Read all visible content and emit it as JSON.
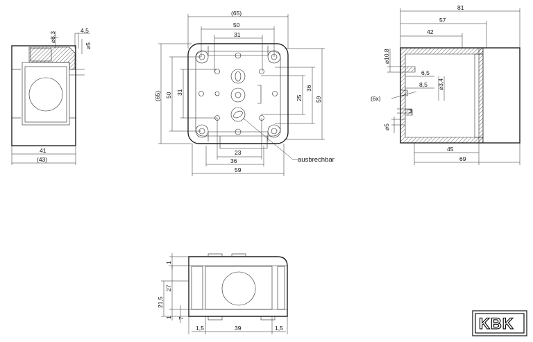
{
  "side_view": {
    "dims": {
      "d_8_3": "⌀8,3",
      "d_4_5": "4,5",
      "d_5": "⌀5",
      "w_41": "41",
      "w_43": "(43)"
    }
  },
  "top_view": {
    "dims": {
      "w_65": "(65)",
      "w_50": "50",
      "w_31": "31",
      "w_23": "23",
      "w_36": "36",
      "w_59": "59",
      "h_65": "(65)",
      "h_50": "50",
      "h_31": "31",
      "h_25": "25",
      "h_36": "36",
      "h_59": "59"
    },
    "callout": "ausbrechbar"
  },
  "section_view": {
    "dims": {
      "w_81": "81",
      "w_57": "57",
      "w_42": "42",
      "d_10_8": "⌀10,8",
      "w_6_5": "6,5",
      "d_3_4": "⌀3,4",
      "w_8_5": "8,5",
      "count_6x": "(6x)",
      "w_3": "3",
      "d_5": "⌀5",
      "w_45": "45",
      "w_69": "69"
    }
  },
  "front_view": {
    "dims": {
      "h_1_top": "1",
      "h_27": "27",
      "h_21_5": "21,5",
      "h_1_bot": "1",
      "h_7": "7",
      "w_1_5_left": "1,5",
      "w_39": "39",
      "w_1_5_right": "1,5"
    }
  },
  "logo": {
    "text": "KBK"
  }
}
